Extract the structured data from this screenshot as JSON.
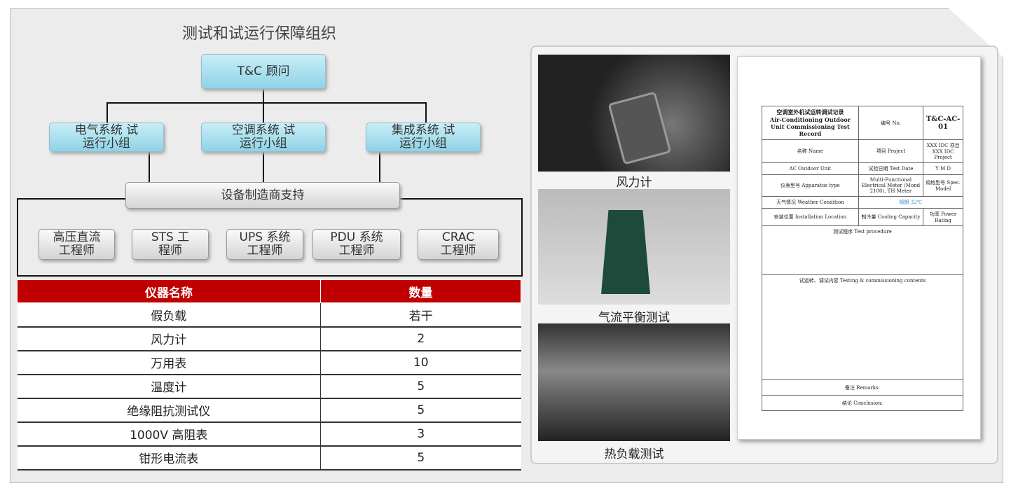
{
  "org": {
    "title": "测试和试运行保障组织",
    "top": "T&C 顾问",
    "groups": [
      "电气系统 试运行小组",
      "空调系统 试运行小组",
      "集成系统 试运行小组"
    ],
    "support": "设备制造商支持",
    "engineers": [
      "高压直流 工程师",
      "STS 工程师",
      "UPS 系统 工程师",
      "PDU 系统 工程师",
      "CRAC 工程师"
    ]
  },
  "table": {
    "headers": [
      "仪器名称",
      "数量"
    ],
    "rows": [
      [
        "假负载",
        "若干"
      ],
      [
        "风力计",
        "2"
      ],
      [
        "万用表",
        "10"
      ],
      [
        "温度计",
        "5"
      ],
      [
        "绝缘阻抗测试仪",
        "5"
      ],
      [
        "1000V 高阻表",
        "3"
      ],
      [
        "钳形电流表",
        "5"
      ]
    ]
  },
  "photos": [
    "风力计",
    "气流平衡测试",
    "热负载测试"
  ],
  "doc": {
    "title_cn": "空调室外机试运转调试记录",
    "title_en": "Air-Conditioning Outdoor Unit Commissioning Test Record",
    "no_label": "编号 No.",
    "no": "T&C-AC-01",
    "project_label": "项目 Project",
    "project": "XXX IDC 项目 XXX IDC Project",
    "name_label": "名称 Name",
    "name": "AC Outdoor Unit",
    "date_label": "试验日期 Test Date",
    "date": "Y M D",
    "apparatus_label": "仪表型号 Apparatus type",
    "apparatus": "Multi-Functional Electrical Meter (Mond 2100), TH Meter",
    "spec_label": "规格型号 Spec. Model",
    "weather_label": "天气情况 Weather Condition",
    "weather": "晴朗 32℃",
    "location_label": "安装位置 Installation Location",
    "capacity_label": "制冷量 Cooling Capacity",
    "power_label": "功率 Power Rating",
    "procedure_label": "测试程序 Test procedure",
    "section": "试运转、调试内容 Testing & commissioning contents",
    "remarks": "备注 Remarks:",
    "conclusion": "结论 Conclusion:"
  },
  "colors": {
    "header": "#c00000",
    "blue_box": "#a8e0ee"
  }
}
